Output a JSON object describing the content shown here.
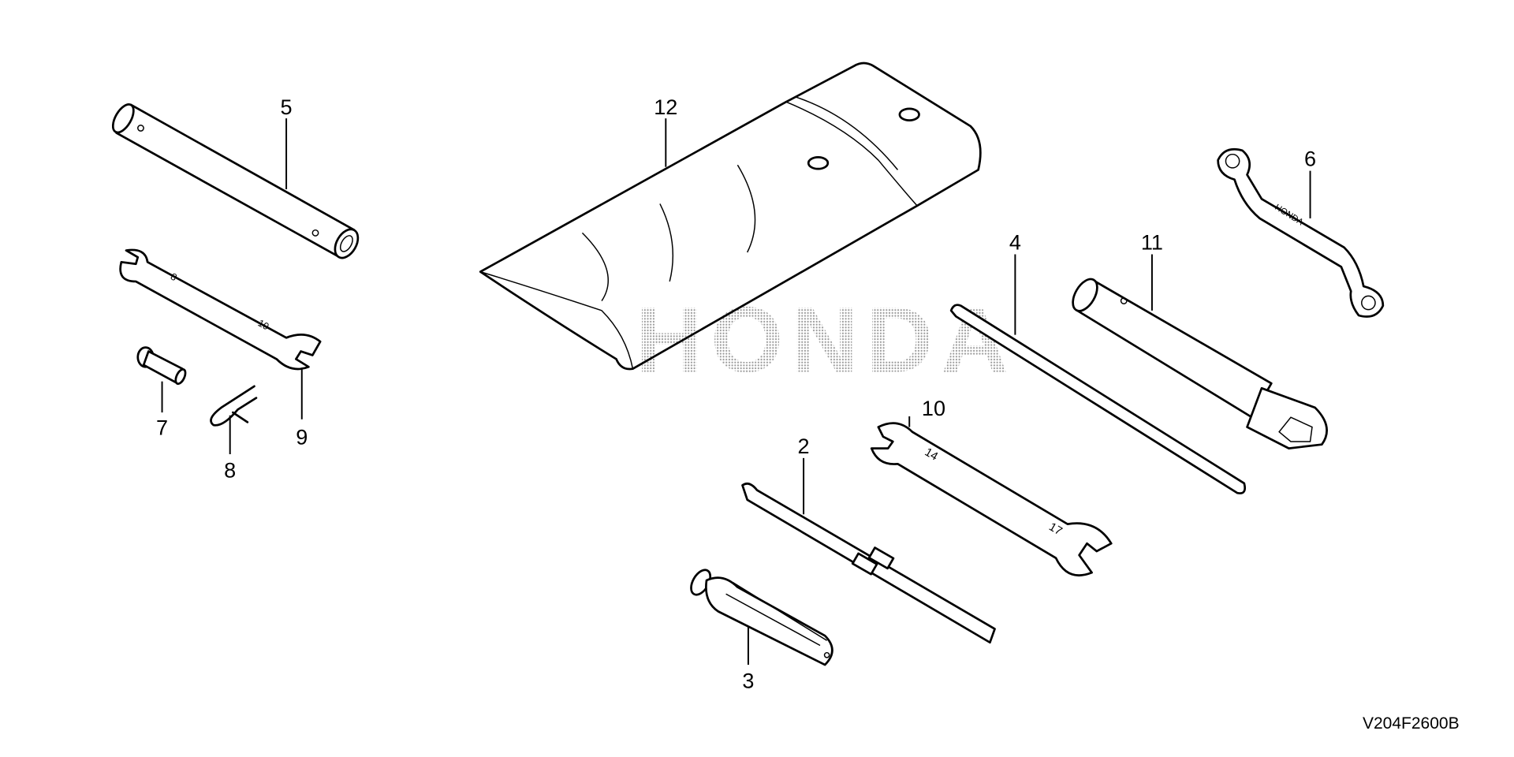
{
  "diagram_code": "V204F2600B",
  "watermark": "HONDA",
  "callouts": {
    "c2": "2",
    "c3": "3",
    "c4": "4",
    "c5": "5",
    "c6": "6",
    "c7": "7",
    "c8": "8",
    "c9": "9",
    "c10": "10",
    "c11": "11",
    "c12": "12"
  },
  "wrench_marks": {
    "w9a": "8",
    "w9b": "10",
    "w10a": "14",
    "w10b": "17",
    "ring": "HONDA"
  }
}
